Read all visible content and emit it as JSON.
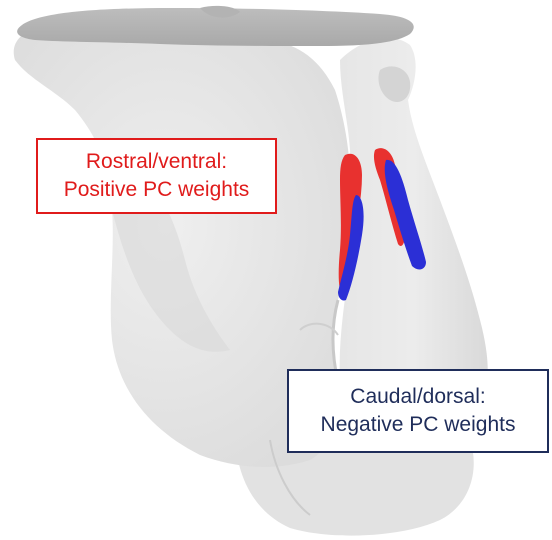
{
  "image": {
    "background_color": "#ffffff",
    "model_color": "#e8e8e8",
    "positive_color": "#e8312f",
    "negative_color": "#2b2fd6"
  },
  "labels": {
    "rostral": {
      "line1": "Rostral/ventral:",
      "line2": "Positive PC weights",
      "text_color": "#e01b1b",
      "border_color": "#e01b1b"
    },
    "caudal": {
      "line1": "Caudal/dorsal:",
      "line2": "Negative PC weights",
      "text_color": "#1f2d5a",
      "border_color": "#1f2d5a"
    }
  }
}
